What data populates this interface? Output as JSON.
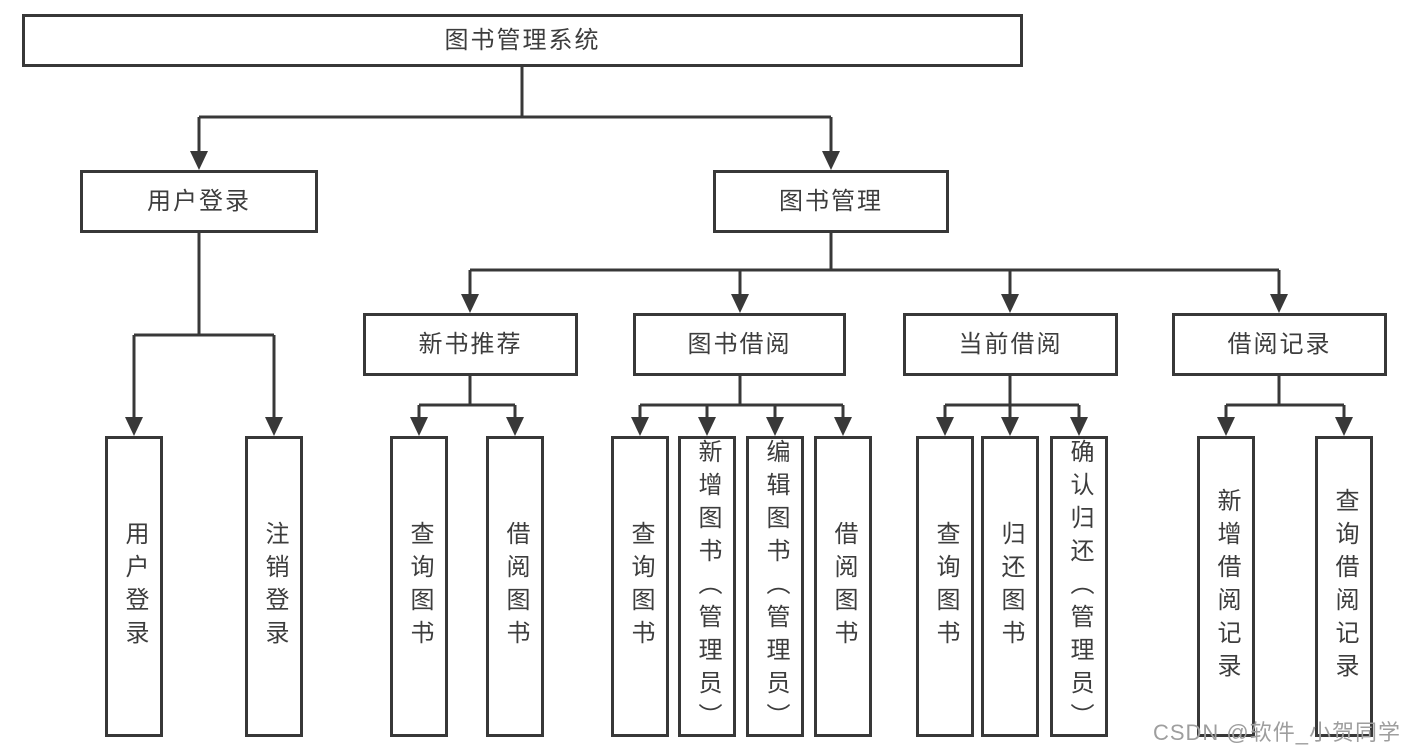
{
  "tree": {
    "root": {
      "label": "图书管理系统"
    },
    "children": [
      {
        "label": "用户登录",
        "children": [
          {
            "label": "用户登录"
          },
          {
            "label": "注销登录"
          }
        ]
      },
      {
        "label": "图书管理",
        "children": [
          {
            "label": "新书推荐",
            "children": [
              {
                "label": "查询图书"
              },
              {
                "label": "借阅图书"
              }
            ]
          },
          {
            "label": "图书借阅",
            "children": [
              {
                "label": "查询图书"
              },
              {
                "label": "新增图书（管理员）"
              },
              {
                "label": "编辑图书（管理员）"
              },
              {
                "label": "借阅图书"
              }
            ]
          },
          {
            "label": "当前借阅",
            "children": [
              {
                "label": "查询图书"
              },
              {
                "label": "归还图书"
              },
              {
                "label": "确认归还（管理员）"
              }
            ]
          },
          {
            "label": "借阅记录",
            "children": [
              {
                "label": "新增借阅记录"
              },
              {
                "label": "查询借阅记录"
              }
            ]
          }
        ]
      }
    ]
  },
  "watermark": {
    "text": "CSDN @软件_小贺同学"
  },
  "colors": {
    "line": "#383838",
    "text": "#3d3d3d",
    "watermark": "#9e9e9e",
    "background": "#ffffff"
  }
}
